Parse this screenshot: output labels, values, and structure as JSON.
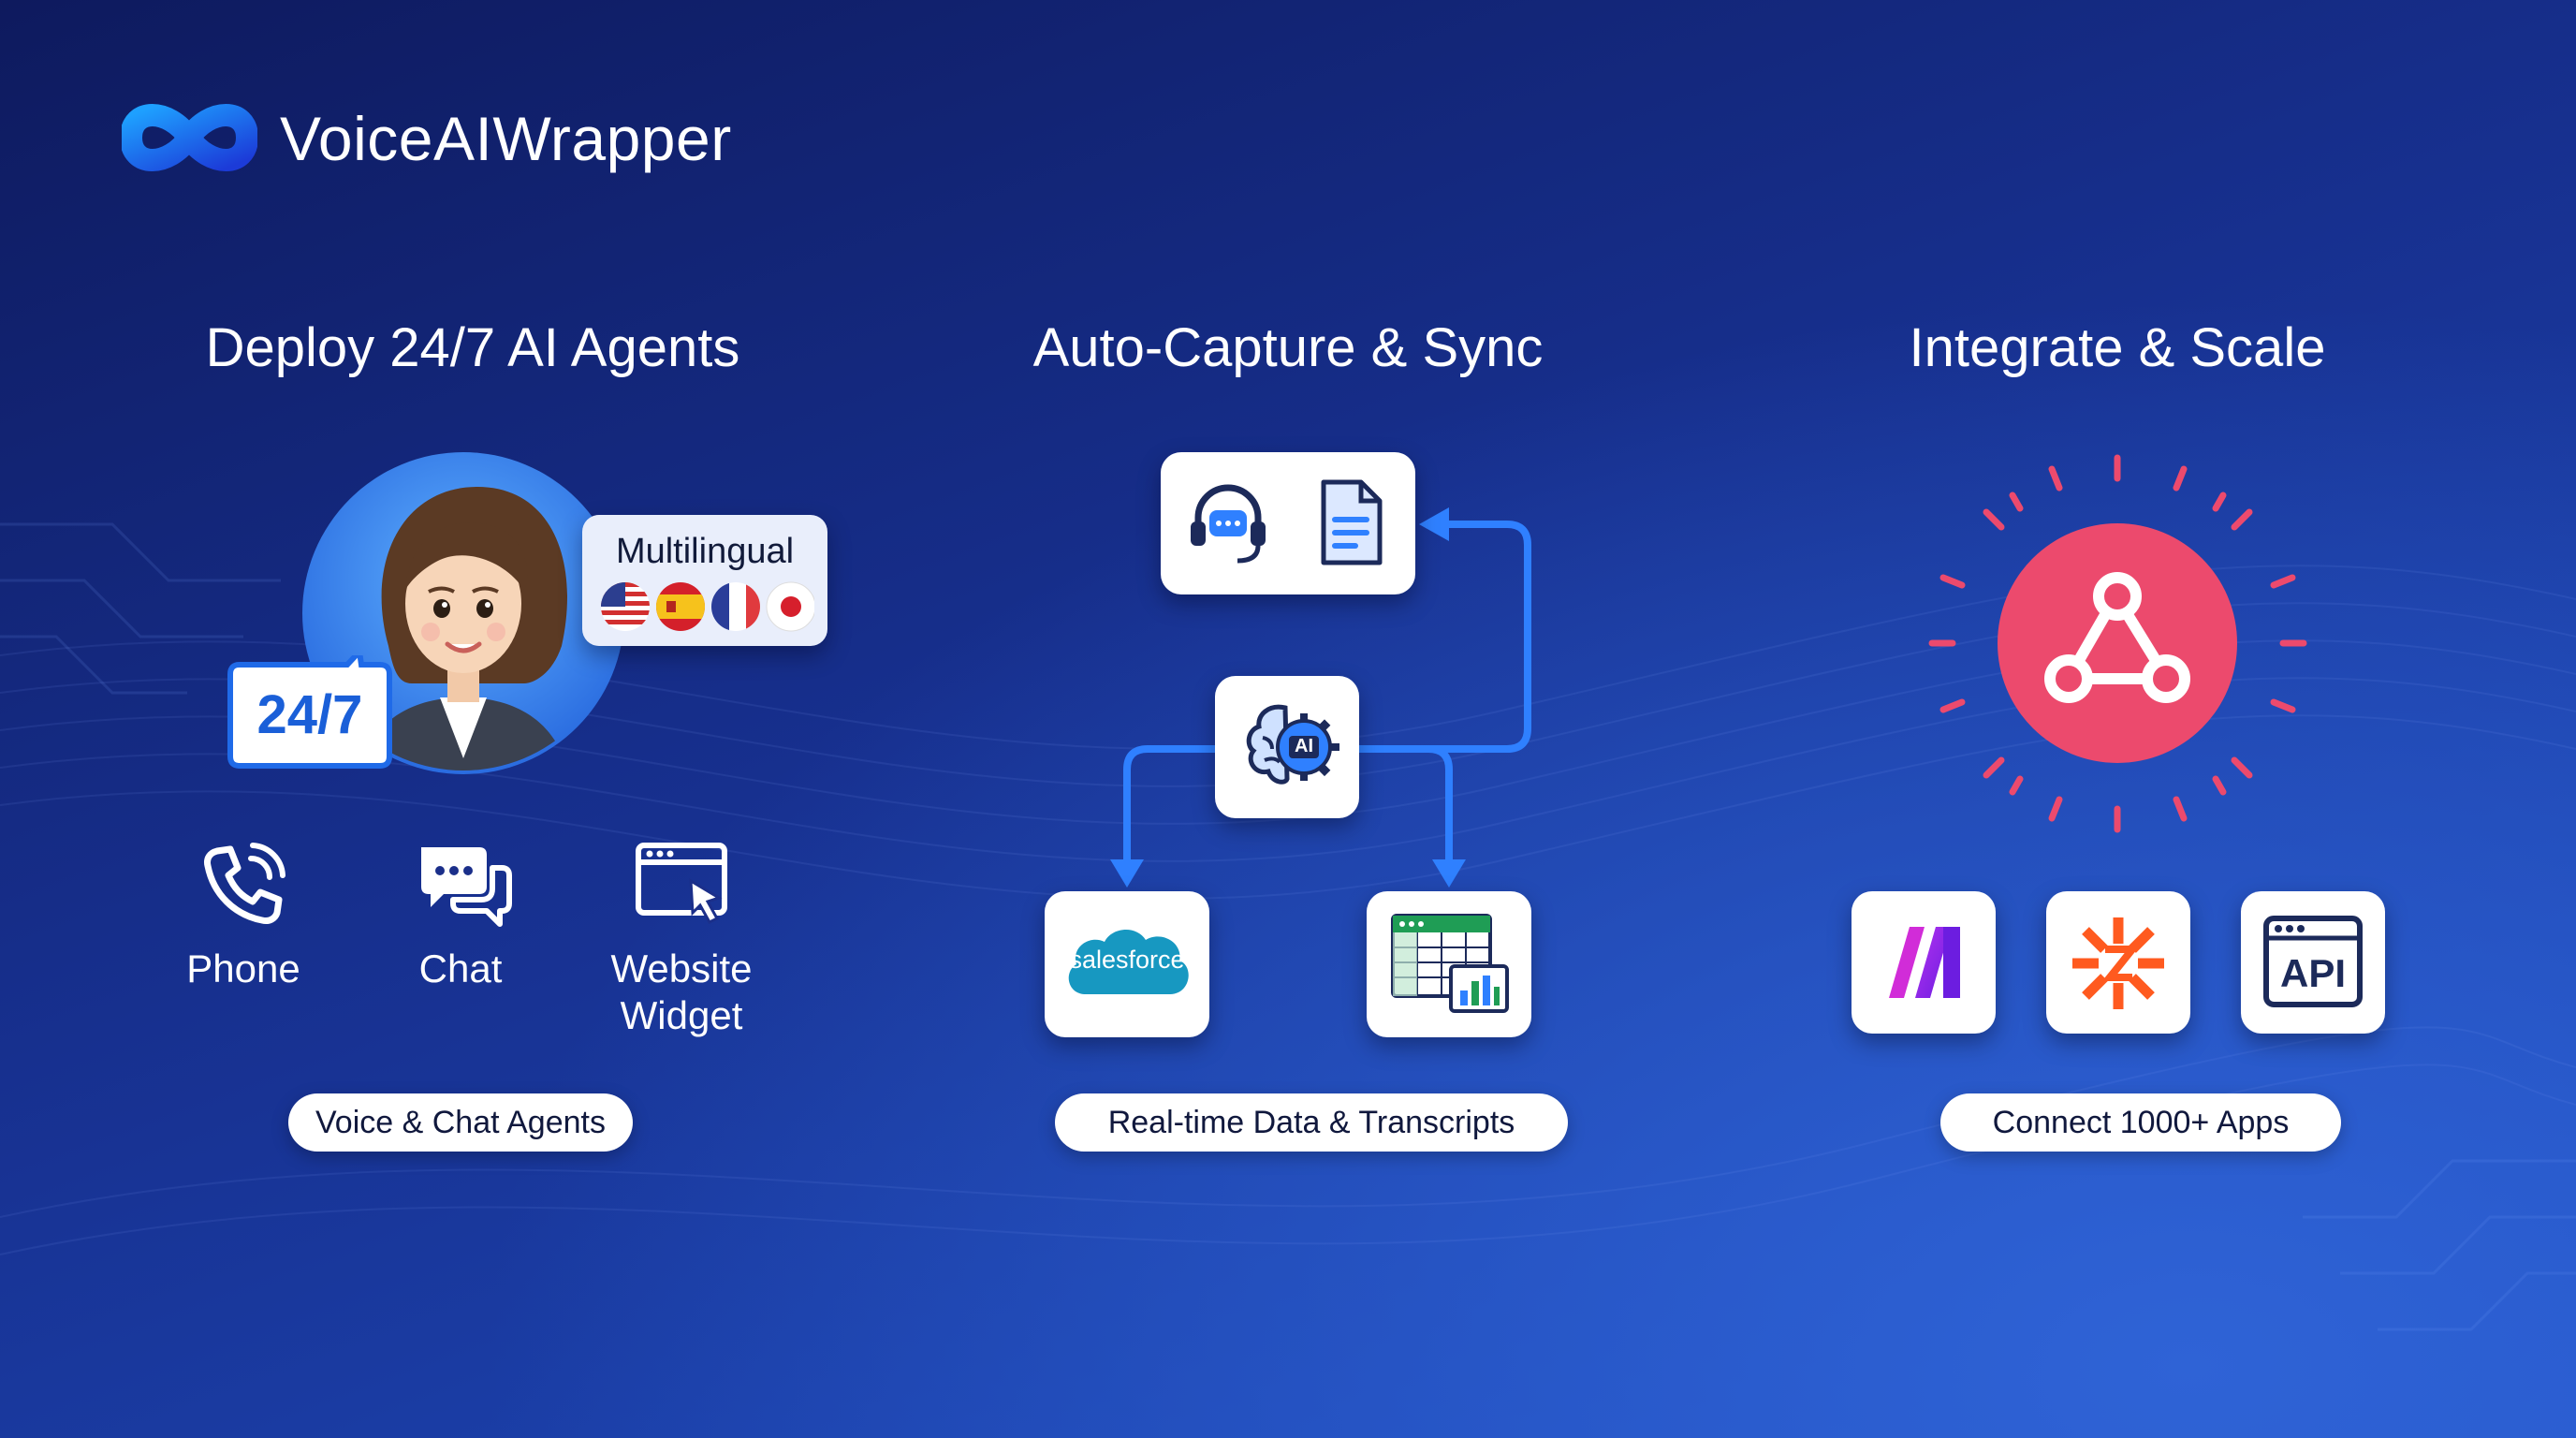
{
  "brand": {
    "name": "VoiceAIWrapper"
  },
  "columns": [
    {
      "title": "Deploy 24/7 AI Agents",
      "pill": "Voice & Chat Agents"
    },
    {
      "title": "Auto-Capture & Sync",
      "pill": "Real-time Data & Transcripts"
    },
    {
      "title": "Integrate & Scale",
      "pill": "Connect 1000+ Apps"
    }
  ],
  "agent": {
    "badge_247": "24/7",
    "multilingual_label": "Multilingual",
    "flags": [
      "us-flag-icon",
      "spain-flag-icon",
      "france-flag-icon",
      "japan-flag-icon"
    ]
  },
  "channels": [
    {
      "label": "Phone",
      "icon": "phone-icon"
    },
    {
      "label": "Chat",
      "icon": "chat-bubbles-icon"
    },
    {
      "label": "Website Widget",
      "icon": "website-widget-icon"
    }
  ],
  "sync": {
    "ai_label": "AI",
    "salesforce_label": "salesforce"
  },
  "integrations": {
    "api_label": "API",
    "apps": [
      "make-icon",
      "zapier-icon",
      "api-icon"
    ]
  },
  "colors": {
    "accent_blue": "#2f80ff",
    "webhook_pink": "#ec4a6d",
    "zapier_orange": "#ff5a1f",
    "make_purple": "#9b2cf0"
  }
}
